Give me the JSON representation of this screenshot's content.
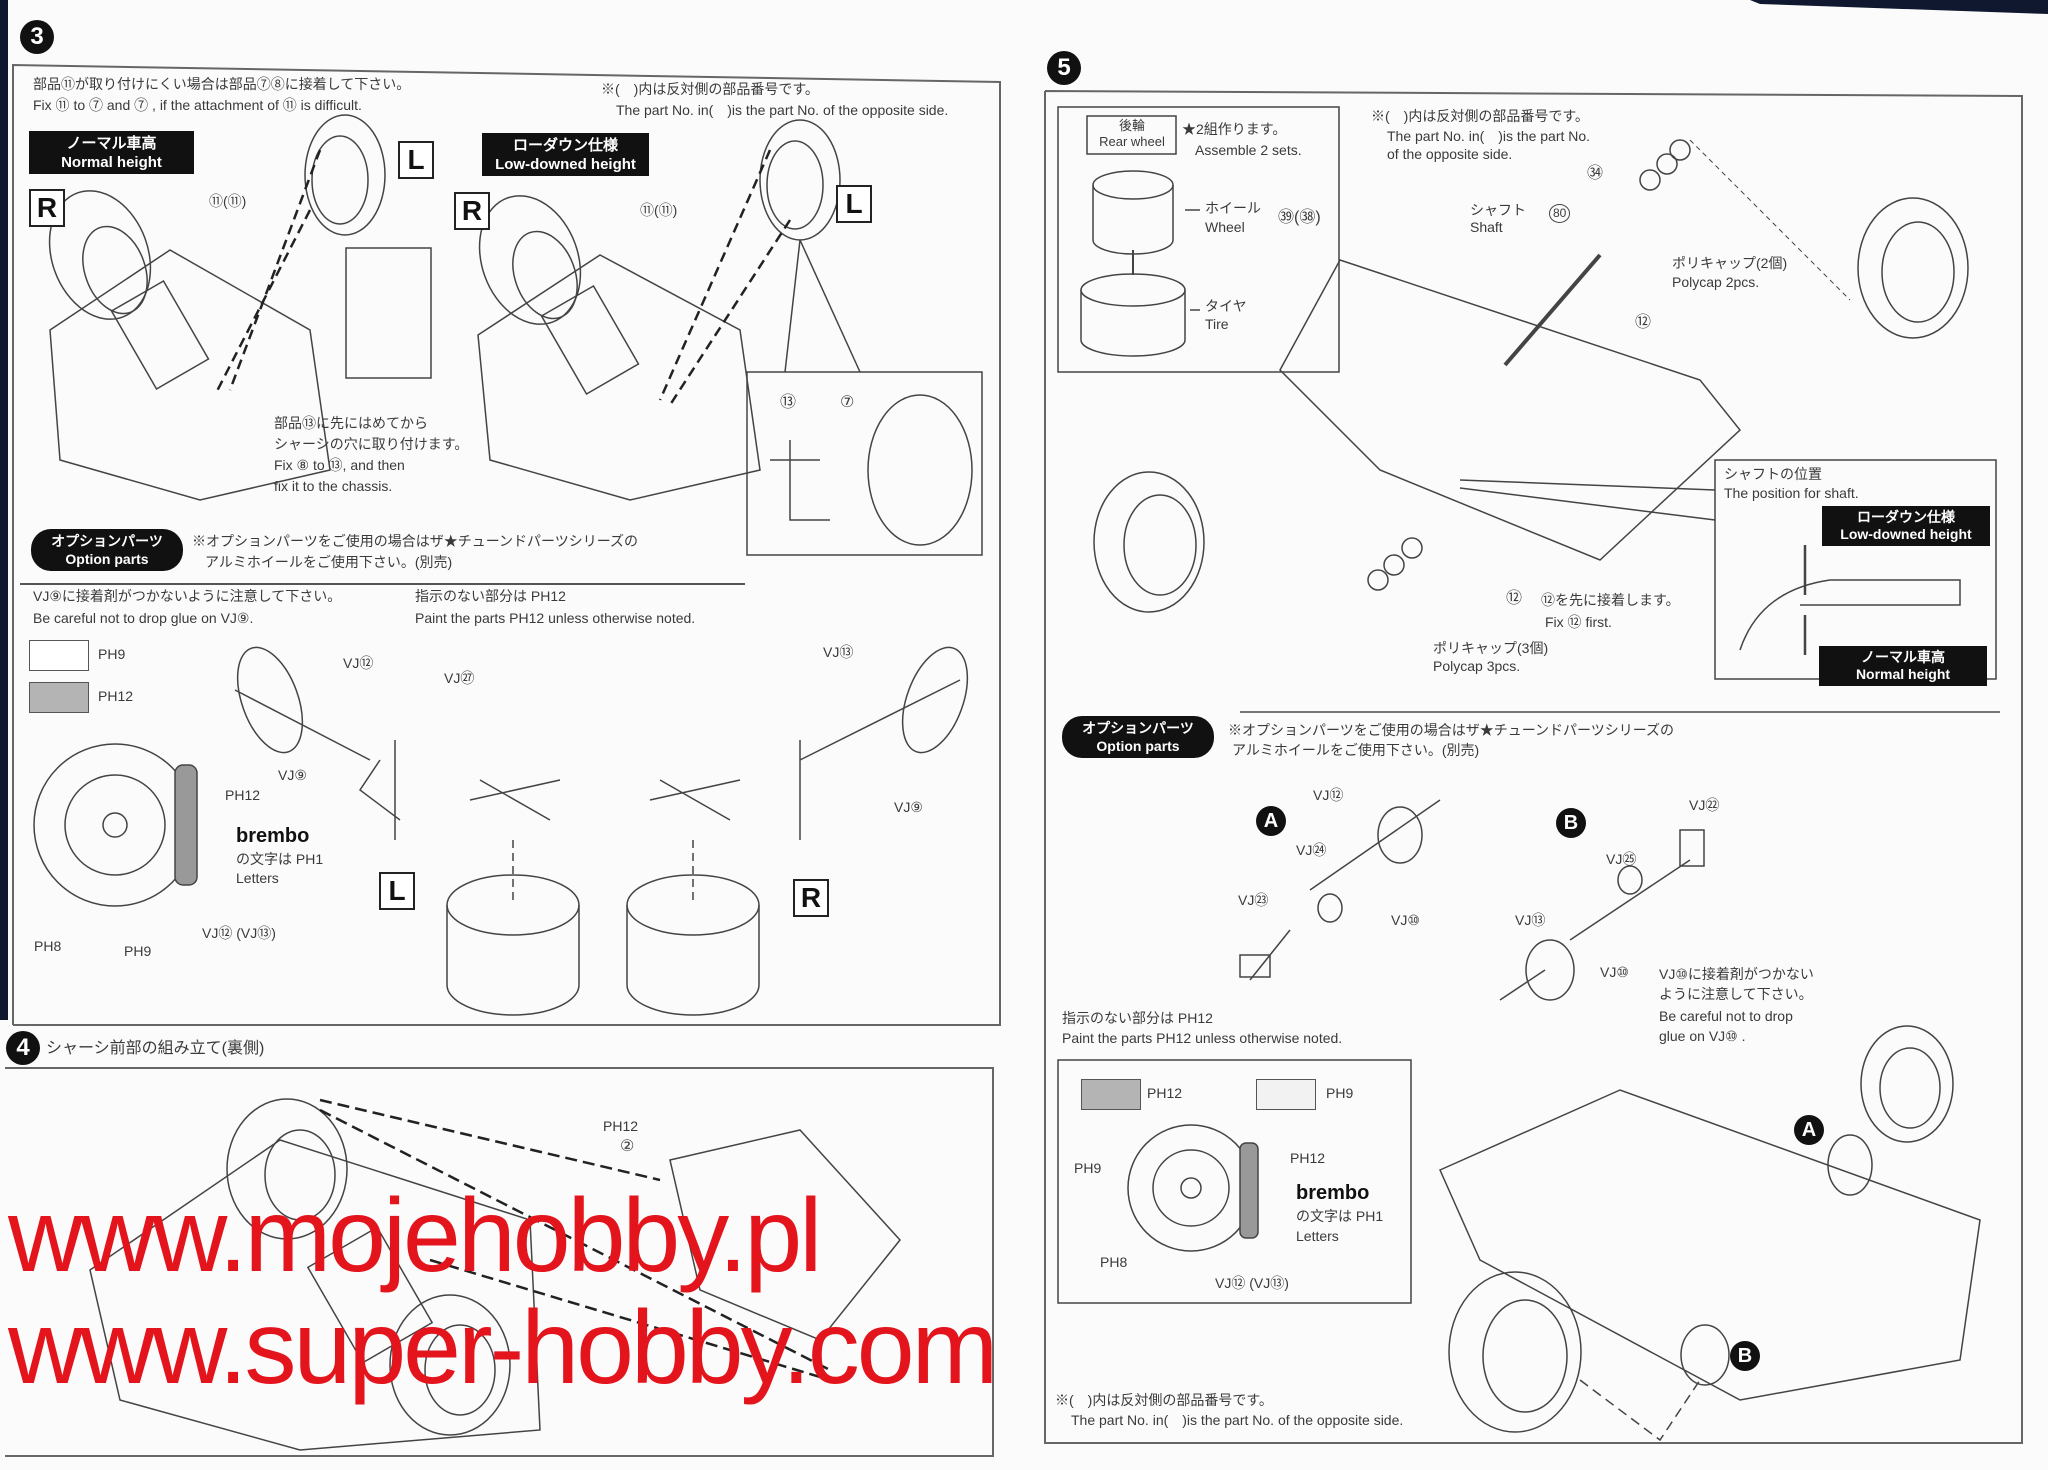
{
  "step3": {
    "number": "3",
    "note_jp": "部品⑪が取り付けにくい場合は部品⑦⑧に接着して下さい。",
    "note_en": "Fix ⑪ to ⑦ and ⑦ , if the attachment of ⑪ is difficult.",
    "opposite_jp": "※(　)内は反対側の部品番号です。",
    "opposite_en": "The part No. in(　)is the part No. of the opposite side.",
    "normal_jp": "ノーマル車高",
    "normal_en": "Normal height",
    "lowdown_jp": "ローダウン仕様",
    "lowdown_en": "Low-downed height",
    "side_r": "R",
    "side_l": "L",
    "part_11": "⑪(⑪)",
    "fix_jp1": "部品⑬に先にはめてから",
    "fix_jp2": "シャーシの穴に取り付けます。",
    "fix_en1": "Fix ⑧ to ⑬, and then",
    "fix_en2": "fix it to the chassis.",
    "detail_13": "⑬",
    "detail_7": "⑦",
    "option_jp": "オプションパーツ",
    "option_en": "Option parts",
    "option_note1": "※オプションパーツをご使用の場合はザ★チューンドパーツシリーズの",
    "option_note2": "アルミホイールをご使用下さい。(別売)",
    "glue_jp": "VJ⑨に接着剤がつかないように注意して下さい。",
    "glue_en": "Be careful not to drop glue on VJ⑨.",
    "paint_jp": "指示のない部分は PH12",
    "paint_en": "Paint the parts PH12 unless otherwise noted.",
    "swatch_white": "PH9",
    "swatch_gray": "PH12",
    "brake": {
      "caliper": "PH12",
      "brand": "brembo",
      "letters_jp": "の文字は PH1",
      "letters_en": "Letters",
      "ph8": "PH8",
      "ph9": "PH9",
      "vj": "VJ⑫ (VJ⑬)"
    },
    "vj12": "VJ⑫",
    "vj27": "VJ㉗",
    "vj9_left": "VJ⑨",
    "vj13": "VJ⑬",
    "vj9_right": "VJ⑨"
  },
  "step4": {
    "number": "4",
    "title": "シャーシ前部の組み立て(裏側)",
    "paint": "PH12",
    "part": "②"
  },
  "step5": {
    "number": "5",
    "rear_jp": "後輪",
    "rear_en": "Rear wheel",
    "sets_jp": "★2組作ります。",
    "sets_en": "Assemble 2 sets.",
    "wheel_jp": "ホイール",
    "wheel_en": "Wheel",
    "wheel_parts": "㊴(㊳)",
    "tire_jp": "タイヤ",
    "tire_en": "Tire",
    "opposite_jp": "※(　)内は反対側の部品番号です。",
    "opposite_en1": "The part No. in(　)is the part No.",
    "opposite_en2": "of the opposite side.",
    "part_34": "㉞",
    "part_80": "80",
    "shaft_jp": "シャフト",
    "shaft_en": "Shaft",
    "polycap2_jp": "ポリキャップ(2個)",
    "polycap2_en": "Polycap 2pcs.",
    "part_12": "⑫",
    "part_12b": "⑫",
    "fix12_jp": "⑫を先に接着します。",
    "fix12_en": "Fix ⑫ first.",
    "polycap3_jp": "ポリキャップ(3個)",
    "polycap3_en": "Polycap 3pcs.",
    "shaftpos_jp": "シャフトの位置",
    "shaftpos_en": "The position for shaft.",
    "lowdown_jp": "ローダウン仕様",
    "lowdown_en": "Low-downed height",
    "normal_jp": "ノーマル車高",
    "normal_en": "Normal height",
    "option_jp": "オプションパーツ",
    "option_en": "Option parts",
    "option_note1": "※オプションパーツをご使用の場合はザ★チューンドパーツシリーズの",
    "option_note2": "アルミホイールをご使用下さい。(別売)",
    "label_a": "A",
    "label_b": "B",
    "a_vj12": "VJ⑫",
    "a_vj24": "VJ㉔",
    "a_vj23": "VJ㉓",
    "a_vj10": "VJ⑩",
    "b_vj22": "VJ㉒",
    "b_vj25": "VJ㉕",
    "b_vj13": "VJ⑬",
    "b_vj10": "VJ⑩",
    "glue_jp1": "VJ⑩に接着剤がつかない",
    "glue_jp2": "ように注意して下さい。",
    "glue_en1": "Be careful not to drop",
    "glue_en2": "glue on VJ⑩ .",
    "paint_jp": "指示のない部分は PH12",
    "paint_en": "Paint the parts PH12 unless otherwise noted.",
    "swatch_gray": "PH12",
    "swatch_white": "PH9",
    "brake": {
      "ph9": "PH9",
      "ph12": "PH12",
      "brand": "brembo",
      "letters_jp": "の文字は PH1",
      "letters_en": "Letters",
      "ph8": "PH8",
      "vj": "VJ⑫ (VJ⑬)"
    },
    "bottom_jp": "※(　)内は反対側の部品番号です。",
    "bottom_en": "The part No. in(　)is the part No. of the opposite side."
  },
  "watermark": "www.mojehobby.pl www.super-hobby.com",
  "colors": {
    "watermark": "#e3141c",
    "paint_gray": "#b4b4b4",
    "ink": "#111111",
    "edge": "#101830"
  }
}
